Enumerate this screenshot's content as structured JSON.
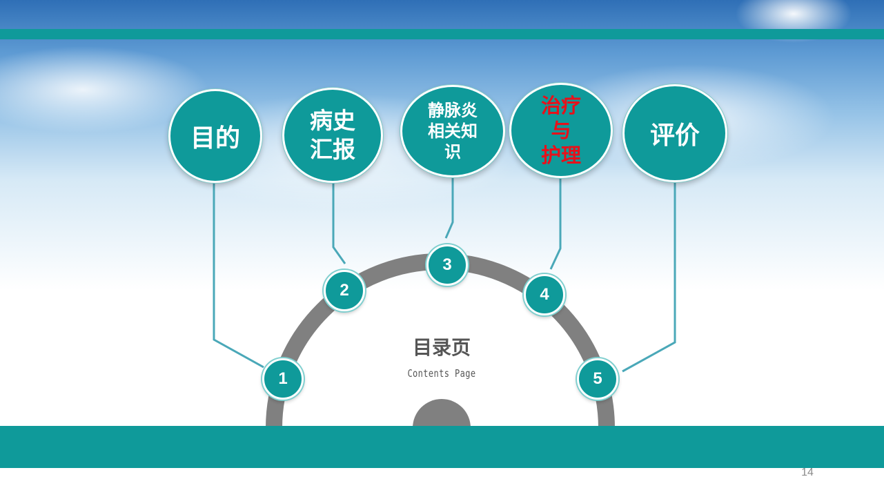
{
  "slide": {
    "center_title": "目录页",
    "center_subtitle": "Contents Page",
    "page_number": "14"
  },
  "topics": [
    {
      "label": "目的",
      "number": "1",
      "color": "#ffffff"
    },
    {
      "label": "病史\n汇报",
      "number": "2",
      "color": "#ffffff"
    },
    {
      "label": "静脉炎\n相关知\n识",
      "number": "3",
      "color": "#ffffff"
    },
    {
      "label": "治疗\n与\n护理",
      "number": "4",
      "color": "#e8101a"
    },
    {
      "label": "评价",
      "number": "5",
      "color": "#ffffff"
    }
  ],
  "colors": {
    "teal": "#0f9a9a",
    "arc_gray": "#808080",
    "connector": "#4aa8b8",
    "highlight_red": "#e8101a"
  }
}
